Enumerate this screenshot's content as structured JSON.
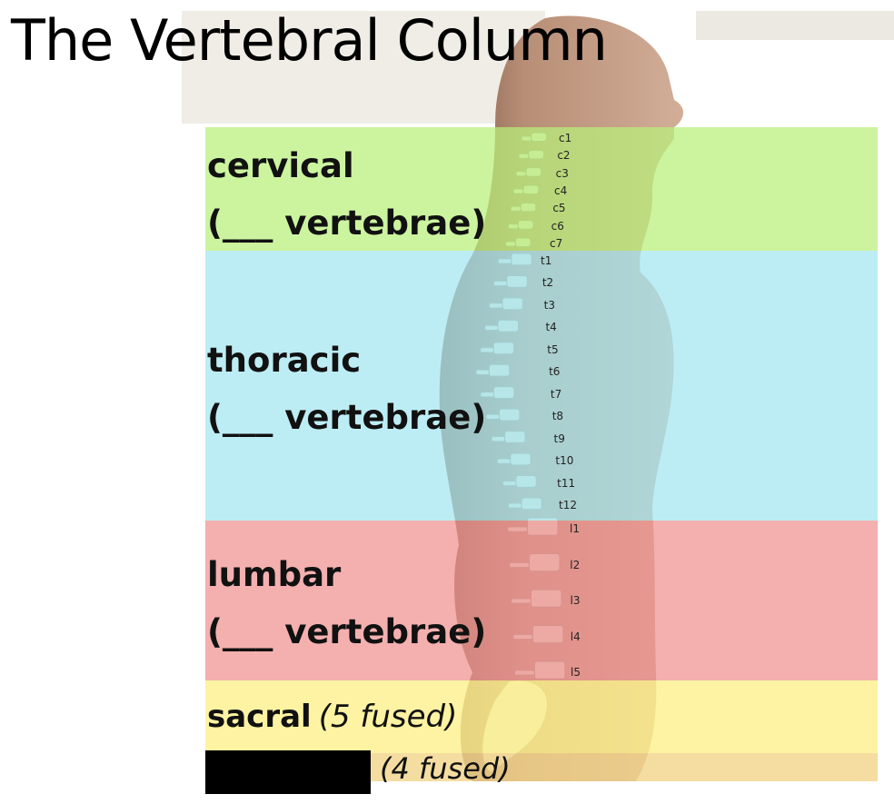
{
  "title": "The Vertebral Column",
  "regions": [
    {
      "name": "cervical",
      "count_label": "(___ vertebrae)",
      "color": "#b8f07a"
    },
    {
      "name": "thoracic",
      "count_label": "(___ vertebrae)",
      "color": "#a4e6f0"
    },
    {
      "name": "lumbar",
      "count_label": "(___ vertebrae)",
      "color": "#ee9290"
    },
    {
      "name": "sacral",
      "count_label": "(5 fused)",
      "color": "#fcf08c"
    },
    {
      "name": "",
      "count_label": "(4 fused)",
      "color": "#f3d48a"
    }
  ],
  "vertebra_labels": {
    "cervical": [
      "c1",
      "c2",
      "c3",
      "c4",
      "c5",
      "c6",
      "c7"
    ],
    "thoracic": [
      "t1",
      "t2",
      "t3",
      "t4",
      "t5",
      "t6",
      "t7",
      "t8",
      "t9",
      "t10",
      "t11",
      "t12"
    ],
    "lumbar": [
      "l1",
      "l2",
      "l3",
      "l4",
      "l5"
    ]
  },
  "colors": {
    "skin": "#c9a088",
    "skin_shadow": "#8a6654",
    "bone": "#e9e4d6",
    "redaction": "#000000"
  }
}
